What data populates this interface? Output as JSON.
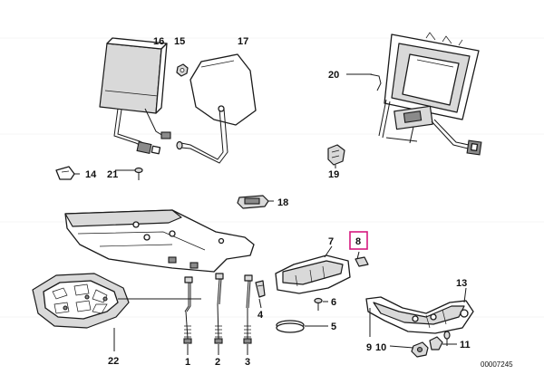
{
  "diagram": {
    "labels": [
      "16",
      "15",
      "17",
      "20",
      "14",
      "21",
      "19",
      "18",
      "7",
      "8",
      "6",
      "5",
      "4",
      "13",
      "22",
      "1",
      "2",
      "3",
      "9",
      "10",
      "11"
    ],
    "highlighted_label": "8",
    "highlight_color": "#d6197e",
    "reference_code": "00007245"
  }
}
